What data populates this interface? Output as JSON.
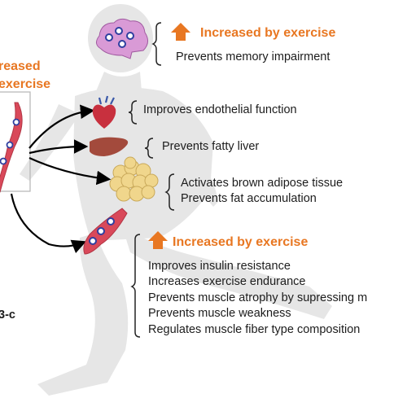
{
  "colors": {
    "accent_orange": "#e87722",
    "silhouette": "#e6e6e6",
    "muscle_red": "#d9495a",
    "organ_dot_blue": "#2f3fa0",
    "brain_pink": "#d99ad6",
    "liver_brown": "#a34a3c",
    "fat_yellow": "#f0d68c",
    "text": "#1c1c1c"
  },
  "icons": {
    "arrow": "orange-up-arrow",
    "brain": "brain",
    "heart": "heart",
    "liver": "liver",
    "adipose": "fat-cells",
    "muscle": "muscle-fiber"
  },
  "left_panel": {
    "label_line1": "reased",
    "label_line2": "exercise",
    "bottom_label": "3-c"
  },
  "brain": {
    "header": "Increased by exercise",
    "effect": "Prevents memory impairment"
  },
  "heart": {
    "effect": "Improves endothelial function"
  },
  "liver": {
    "effect": "Prevents fatty liver"
  },
  "adipose": {
    "effect1": "Activates brown adipose tissue",
    "effect2": "Prevents fat accumulation"
  },
  "muscle": {
    "header": "Increased by exercise",
    "effects": [
      "Improves insulin resistance",
      "Increases exercise endurance",
      "Prevents muscle atrophy by supressing m",
      "Prevents muscle weakness",
      "Regulates muscle fiber type composition"
    ]
  }
}
